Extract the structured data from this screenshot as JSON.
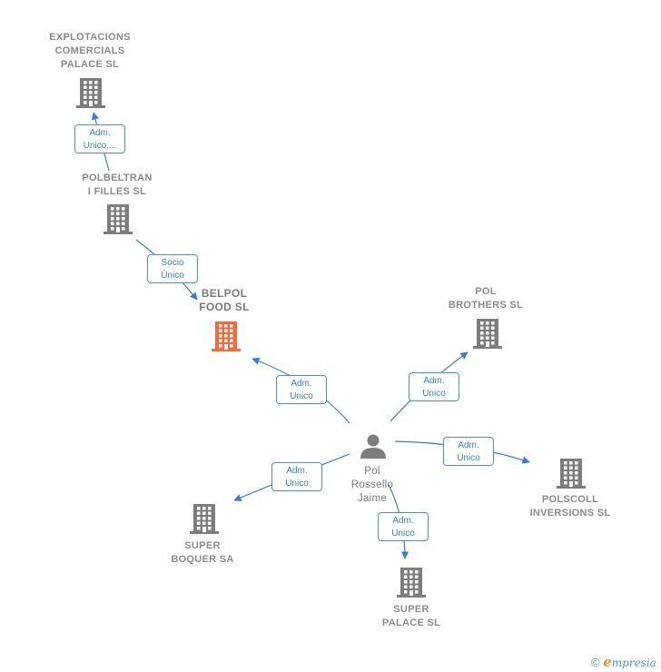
{
  "nodes": [
    {
      "id": "explotacions",
      "label": "EXPLOTACIONS\nCOMERCIALS\nPALACE  SL",
      "kind": "company",
      "focus": false
    },
    {
      "id": "polbeltran",
      "label": "POLBELTRAN\nI FILLES  SL",
      "kind": "company",
      "focus": false
    },
    {
      "id": "belpol",
      "label": "BELPOL\nFOOD  SL",
      "kind": "company",
      "focus": true
    },
    {
      "id": "polbrothers",
      "label": "POL\nBROTHERS  SL",
      "kind": "company",
      "focus": false
    },
    {
      "id": "polscoll",
      "label": "POLSCOLL\nINVERSIONS SL",
      "kind": "company",
      "focus": false
    },
    {
      "id": "superboquer",
      "label": "SUPER\nBOQUER SA",
      "kind": "company",
      "focus": false
    },
    {
      "id": "superpalace",
      "label": "SUPER\nPALACE SL",
      "kind": "company",
      "focus": false
    },
    {
      "id": "pol",
      "label": "Pol\nRossello\nJaime",
      "kind": "person",
      "focus": false
    }
  ],
  "edges": [
    {
      "from": "polbeltran",
      "to": "explotacions",
      "label": "Adm.\nUnico,..."
    },
    {
      "from": "polbeltran",
      "to": "belpol",
      "label": "Socio\nÚnico"
    },
    {
      "from": "pol",
      "to": "belpol",
      "label": "Adm.\nUnico"
    },
    {
      "from": "pol",
      "to": "polbrothers",
      "label": "Adm.\nUnico"
    },
    {
      "from": "pol",
      "to": "polscoll",
      "label": "Adm.\nUnico"
    },
    {
      "from": "pol",
      "to": "superboquer",
      "label": "Adm.\nUnico"
    },
    {
      "from": "pol",
      "to": "superpalace",
      "label": "Adm.\nUnico"
    }
  ],
  "colors": {
    "edge": "#3a7bd5",
    "building": "#7d7d7d",
    "focus_building": "#f26b3a",
    "person": "#7d7d7d"
  },
  "footer": {
    "copyright": "©",
    "brand_initial": "e",
    "brand_rest": "mpresia"
  }
}
